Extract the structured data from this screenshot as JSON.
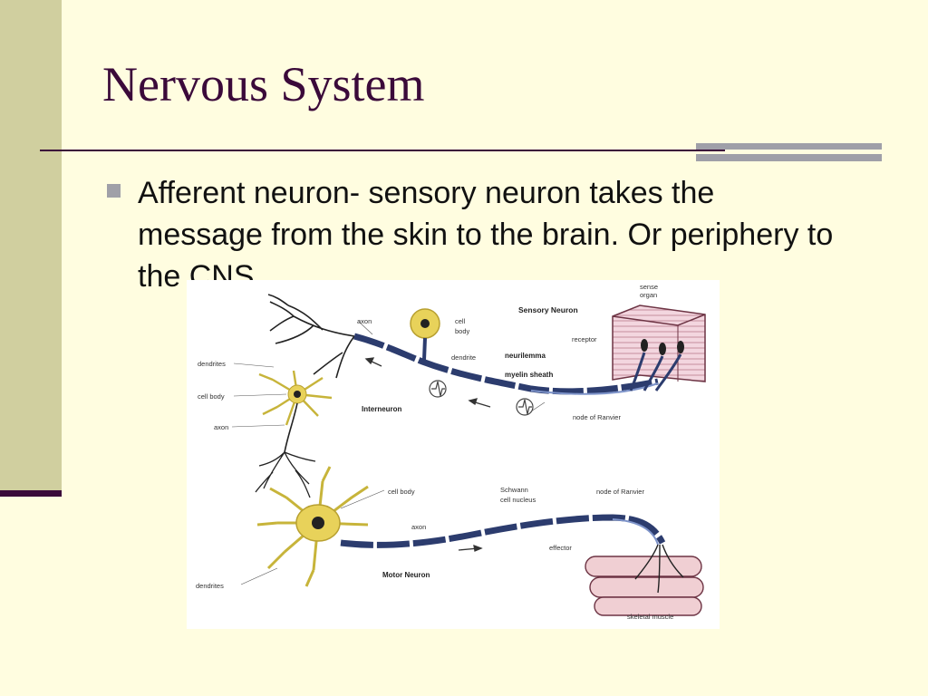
{
  "slide": {
    "title": "Nervous System",
    "bullet": "Afferent neuron- sensory neuron takes the message from the skin to the brain. Or periphery to the CNS."
  },
  "diagram": {
    "labels": {
      "sensory_neuron": "Sensory Neuron",
      "sense_organ": [
        "sense",
        "organ"
      ],
      "axon_top": "axon",
      "cell_body_top": [
        "cell",
        "body"
      ],
      "dendrite": "dendrite",
      "receptor": "receptor",
      "neurilemma": "neurilemma",
      "myelin_sheath": "myelin sheath",
      "dendrites_left": "dendrites",
      "cell_body_left": "cell body",
      "axon_left": "axon",
      "interneuron": "Interneuron",
      "node_of_ranvier_top": "node of Ranvier",
      "cell_body_motor": "cell body",
      "schwann": [
        "Schwann",
        "cell nucleus"
      ],
      "node_of_ranvier_bottom": "node of Ranvier",
      "axon_motor": "axon",
      "effector": "effector",
      "motor_neuron": "Motor Neuron",
      "dendrites_bottom": "dendrites",
      "skeletal_muscle": "skeletal muscle"
    }
  },
  "colors": {
    "background": "#fffde0",
    "accent": "#3b0a3a",
    "band": "#d0cf9f",
    "bar": "#9f9fa8",
    "neuron_yellow": "#e8d25a",
    "myelin_blue": "#2c3c6e"
  }
}
